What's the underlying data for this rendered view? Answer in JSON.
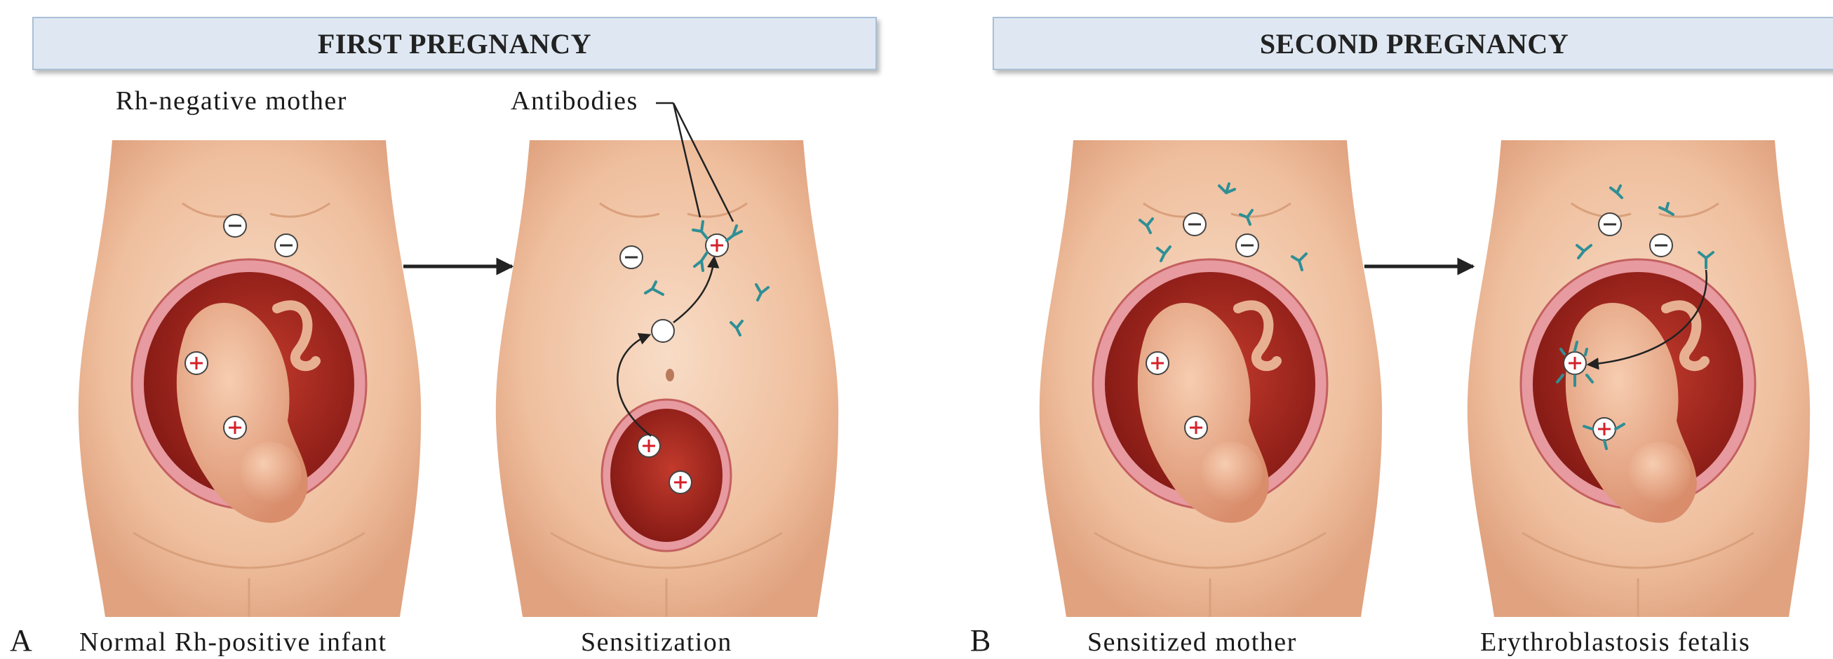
{
  "panel_a": {
    "banner": "FIRST PREGNANCY",
    "letter": "A",
    "top_label": "Rh-negative mother",
    "antibodies_label": "Antibodies",
    "caption_left": "Normal Rh-positive infant",
    "caption_right": "Sensitization"
  },
  "panel_b": {
    "banner": "SECOND PREGNANCY",
    "letter": "B",
    "caption_left": "Sensitized mother",
    "caption_right": "Erythroblastosis fetalis"
  },
  "colors": {
    "banner_fill": "#dfe8f2",
    "skin": "#f2c6a6",
    "uterus": "#9e1f1a",
    "uterine_wall": "#e79aa0",
    "antibody": "#2f8f95",
    "rh_positive_mark": "#d4202a"
  },
  "icons": {
    "rh_positive_cell": "plus-circle",
    "rh_negative_cell": "minus-circle",
    "antibody": "y-shape"
  }
}
